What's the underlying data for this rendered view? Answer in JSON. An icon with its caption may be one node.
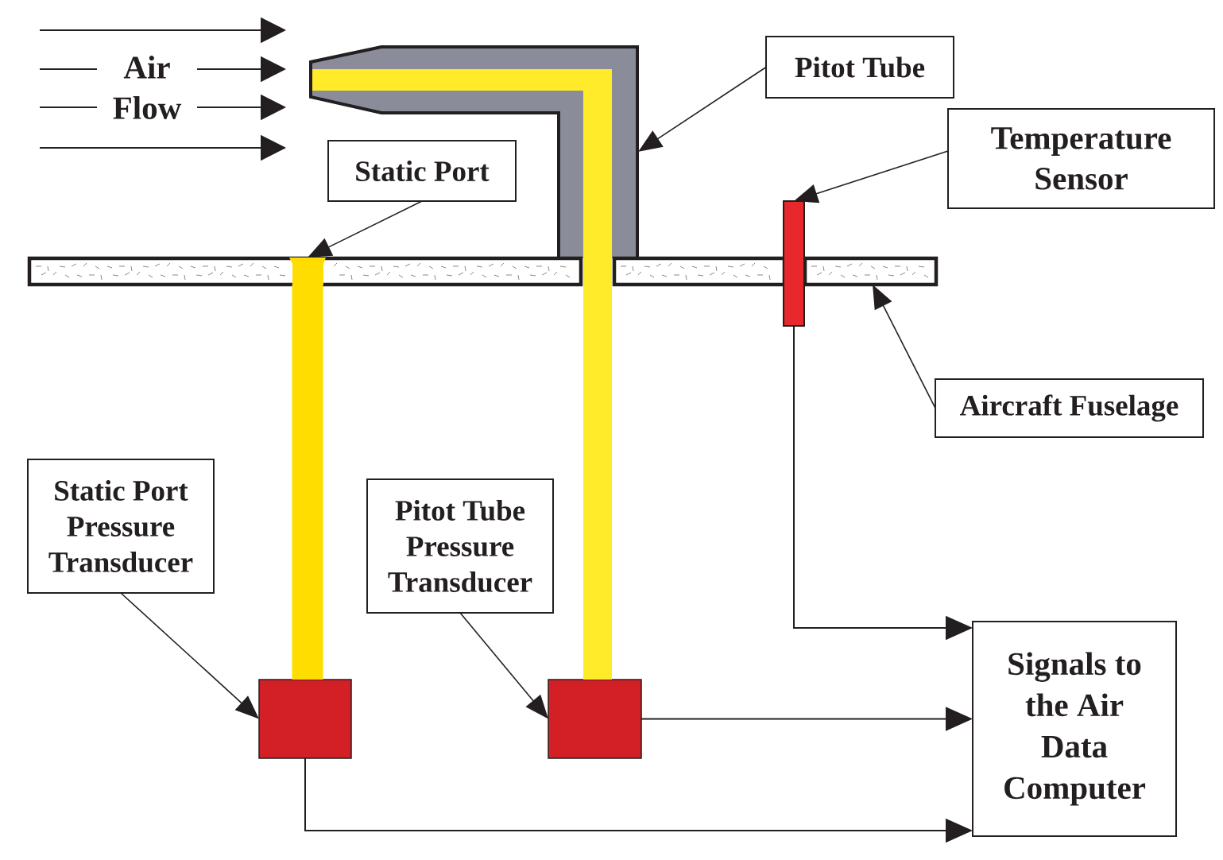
{
  "diagram": {
    "nodes": [
      {
        "text": [
          "Pitot Tube"
        ]
      },
      {
        "text": [],
        "shape": "picture"
      },
      {
        "text": [
          "Static Port"
        ]
      },
      {
        "text": [],
        "shape": "bar"
      },
      {
        "text": [],
        "shape": "box",
        "in": 3
      },
      {
        "text": [
          "Temperature Sensor"
        ]
      },
      {
        "text": [],
        "shape": "bar"
      },
      {
        "text": [
          "Aircraft Fuselage"
        ]
      },
      {
        "text": [
          "Static Port Pressure Transducer"
        ]
      },
      {
        "text": [
          "Pitot Tube Pressure Transducer"
        ]
      },
      {
        "text": [],
        "shape": "box"
      },
      {
        "text": [],
        "shape": "box"
      },
      {
        "text": [
          "Signals to the Air Data Computer"
        ]
      }
    ],
    "edges": [
      {
        "from": 0,
        "to": 1,
        "arrow": "to"
      },
      {
        "from": 2,
        "to": 4,
        "arrow": "to"
      },
      {
        "from": 5,
        "to": 6,
        "arrow": "to"
      },
      {
        "from": 7,
        "to": 3,
        "arrow": "to"
      },
      {
        "from": 8,
        "to": 10,
        "arrow": "to"
      },
      {
        "from": 9,
        "to": 11,
        "arrow": "to"
      },
      {
        "from": 4,
        "to": 10,
        "arrow": "none",
        "style": "thick",
        "color": "#ffdd00"
      },
      {
        "from": 1,
        "to": 11,
        "arrow": "none",
        "style": "thick",
        "color": "#ffeb2a"
      },
      {
        "from": 6,
        "to": 12,
        "arrow": "to"
      },
      {
        "from": 11,
        "to": 12,
        "arrow": "to"
      },
      {
        "from": 10,
        "to": 12,
        "arrow": "to"
      }
    ],
    "labels": [
      "Air Flow"
    ]
  }
}
